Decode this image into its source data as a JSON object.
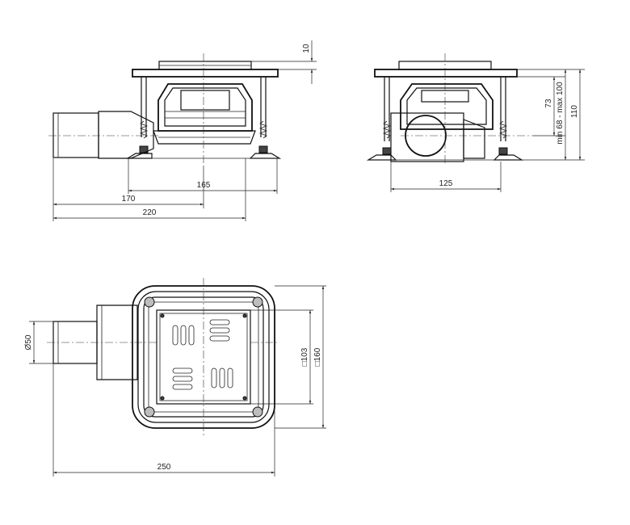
{
  "dimensions": {
    "grate_thickness": "10",
    "left_width_165": "165",
    "left_width_170": "170",
    "left_width_220": "220",
    "side_width_125": "125",
    "side_height_73": "73",
    "side_height_range": "min 68 - max 100",
    "side_height_110": "110",
    "outlet_diameter": "Ø50",
    "grate_size_103": "□103",
    "body_size_160": "□160",
    "top_length_250": "250"
  }
}
